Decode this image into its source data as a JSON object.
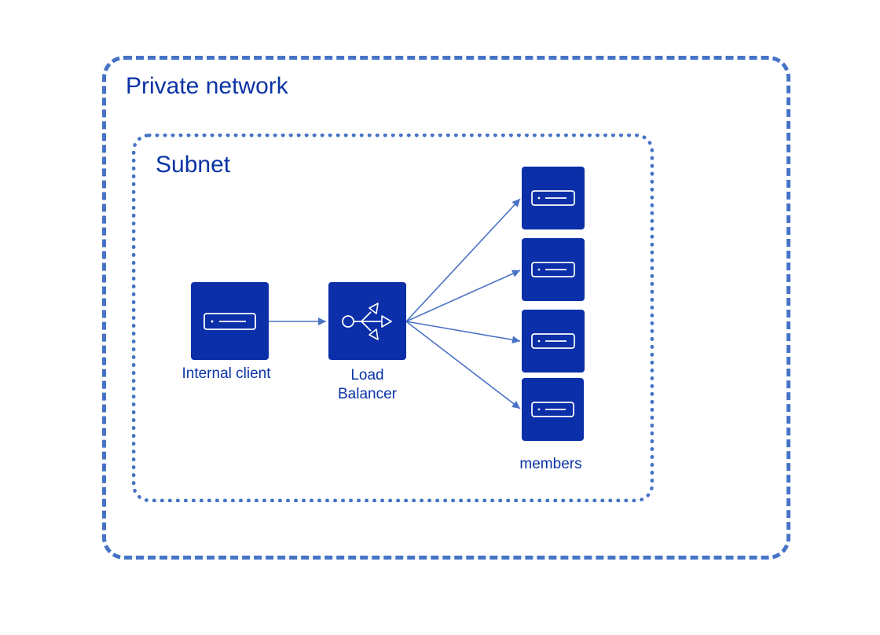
{
  "diagram": {
    "private_network_label": "Private network",
    "subnet_label": "Subnet",
    "internal_client_label": "Internal client",
    "load_balancer_label_line1": "Load",
    "load_balancer_label_line2": "Balancer",
    "members_label": "members",
    "member_count": 4
  },
  "colors": {
    "node_fill": "#0b2fa8",
    "label_text": "#0a33a6",
    "border": "#4673c6",
    "connector": "#4a72c6",
    "icon_stroke": "#ffffff"
  },
  "icons": {
    "client": "server-icon",
    "load_balancer": "load-balancer-icon",
    "member": "server-icon"
  }
}
